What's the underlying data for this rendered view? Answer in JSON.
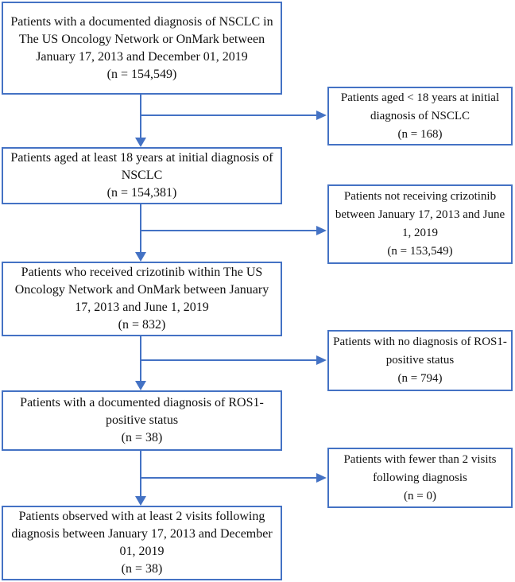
{
  "colors": {
    "accent": "#4472C4",
    "text": "#111111",
    "background": "#FFFFFF"
  },
  "flowchart": {
    "main_boxes": [
      {
        "text": "Patients with a documented diagnosis of NSCLC in The US Oncology Network or OnMark between January 17, 2013 and December 01, 2019",
        "n": "(n = 154,549)"
      },
      {
        "text": "Patients aged at least 18 years at initial diagnosis of NSCLC",
        "n": "(n = 154,381)"
      },
      {
        "text": "Patients who received crizotinib within The US Oncology Network and OnMark between January 17, 2013 and June 1, 2019",
        "n": "(n = 832)"
      },
      {
        "text": "Patients with a documented diagnosis of ROS1-positive status",
        "n": "(n = 38)"
      },
      {
        "text": "Patients observed with at least 2 visits following diagnosis between January 17, 2013 and December 01, 2019",
        "n": "(n = 38)"
      }
    ],
    "exclusion_boxes": [
      {
        "text": "Patients aged < 18 years at initial diagnosis of NSCLC",
        "n": "(n = 168)"
      },
      {
        "text": "Patients not receiving crizotinib between January 17, 2013 and June 1, 2019",
        "n": "(n = 153,549)"
      },
      {
        "text": "Patients with no diagnosis of ROS1-positive status",
        "n": "(n = 794)"
      },
      {
        "text": "Patients with fewer than 2 visits following diagnosis",
        "n": "(n = 0)"
      }
    ]
  }
}
